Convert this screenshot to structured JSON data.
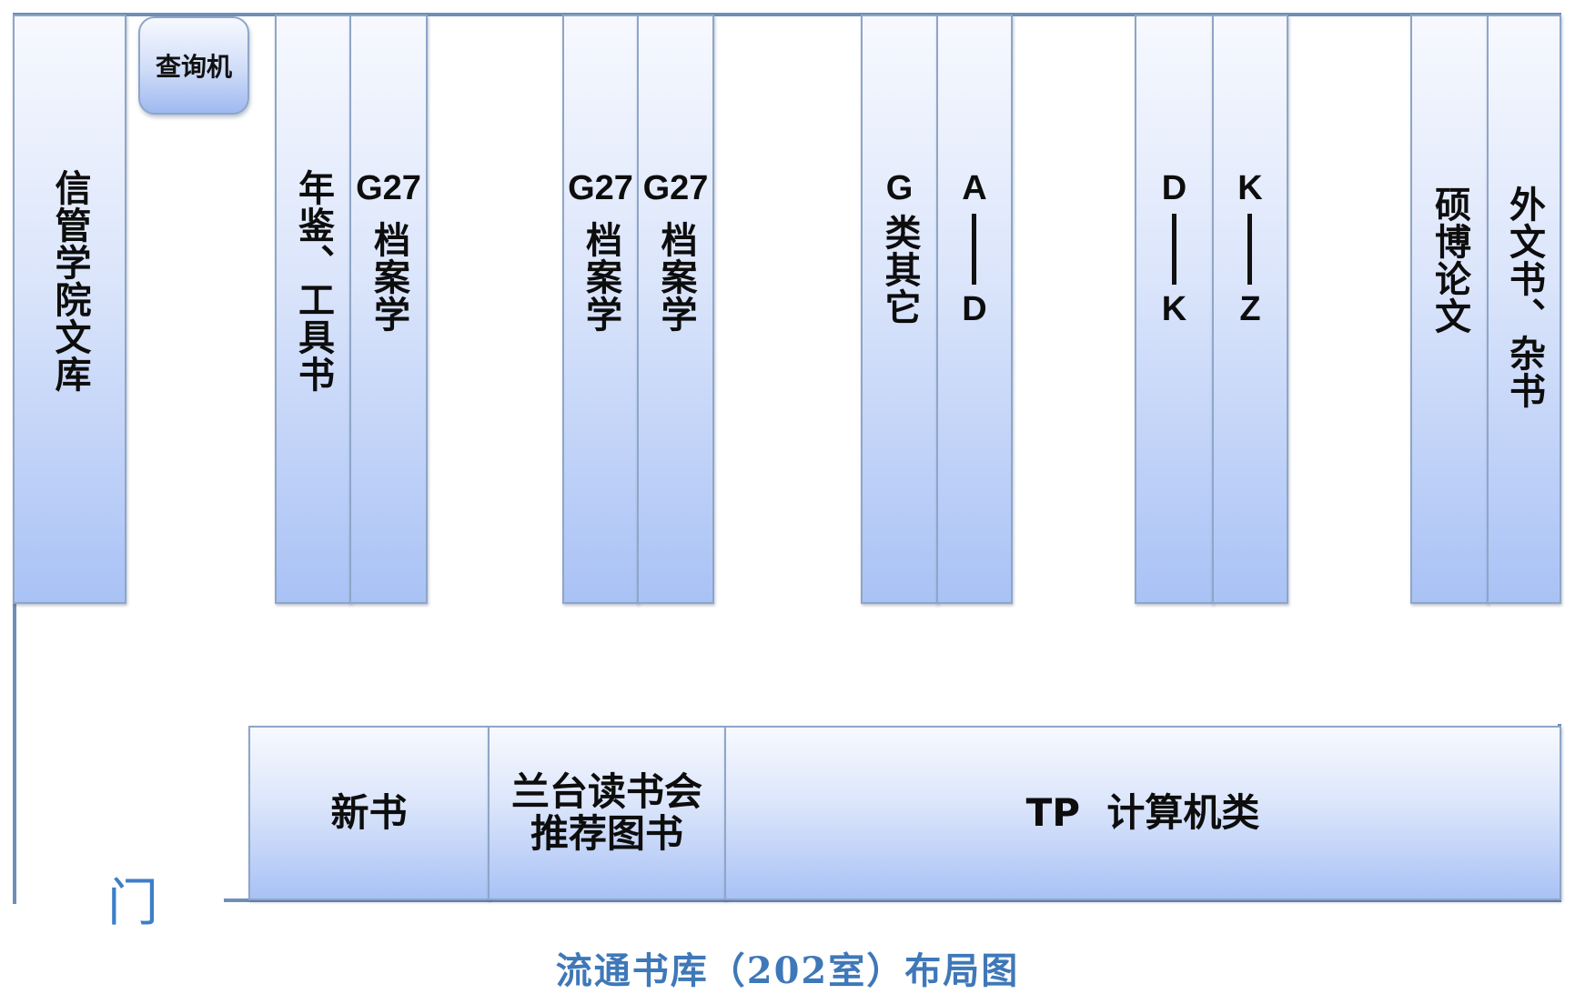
{
  "kiosk": {
    "label": "查询机"
  },
  "shelves": {
    "xinguan": "信管学院文库",
    "nianjian": "年鉴、工具书",
    "g27_1": {
      "code": "G27",
      "label": "档案学"
    },
    "g27_2": {
      "code": "G27",
      "label": "档案学"
    },
    "g27_3": {
      "code": "G27",
      "label": "档案学"
    },
    "g_other": {
      "code": "G",
      "label": "类其它"
    },
    "a_d": {
      "from": "A",
      "to": "D"
    },
    "d_k": {
      "from": "D",
      "to": "K"
    },
    "k_z": {
      "from": "K",
      "to": "Z"
    },
    "thesis": "硕博论文",
    "foreign": "外文书、杂书"
  },
  "bottom_shelves": {
    "new_books": "新书",
    "reading_club_line1": "兰台读书会",
    "reading_club_line2": "推荐图书",
    "tp": "TP  计算机类"
  },
  "door_label": "门",
  "caption": "流通书库（202室）布局图"
}
